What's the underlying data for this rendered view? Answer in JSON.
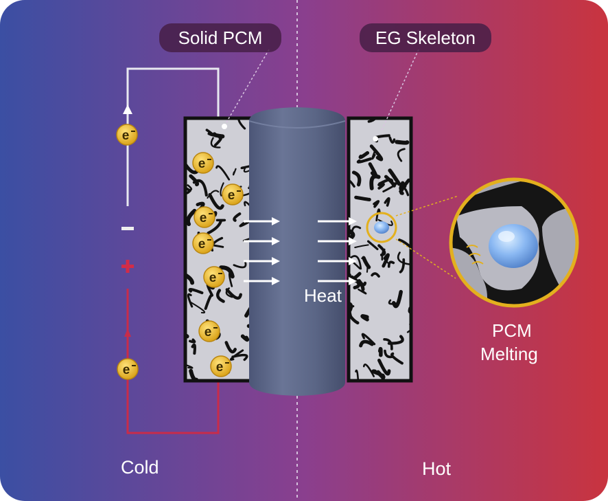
{
  "labels": {
    "solid_pcm": "Solid PCM",
    "eg_skeleton": "EG Skeleton",
    "heat": "Heat",
    "pcm_melting_line1": "PCM",
    "pcm_melting_line2": "Melting",
    "cold": "Cold",
    "hot": "Hot",
    "minus": "-",
    "plus": "+",
    "electron": "e"
  },
  "colors": {
    "cold": "#3b4fa3",
    "mid": "#7a3d8c",
    "hot": "#c63442",
    "wire_top": "#e8e8f0",
    "wire_bottom": "#c82c4a",
    "electron": "#e6b422",
    "cylinder": "#5a6585",
    "skeleton_bg": "#cfcfd6",
    "skeleton_line": "#111111",
    "droplet": "#7fb0f0"
  }
}
